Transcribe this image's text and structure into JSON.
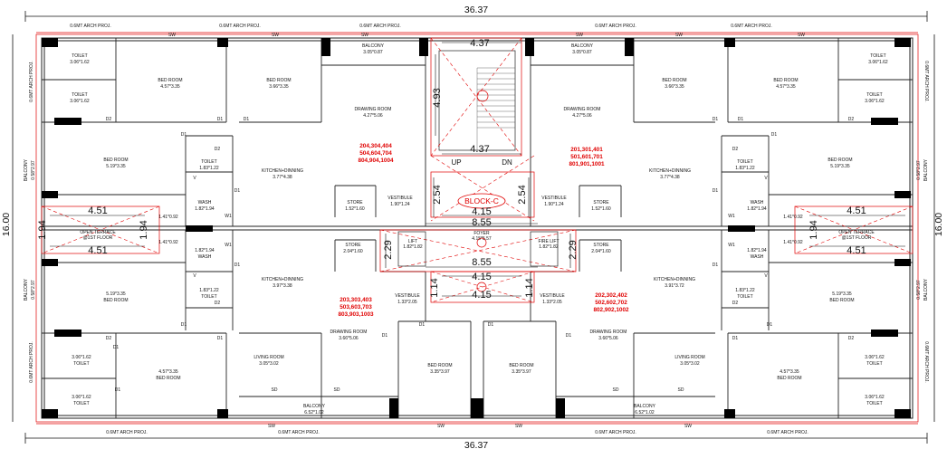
{
  "dims": {
    "width_total": "36.37",
    "height_total": "16.00",
    "stair_width": "4.37",
    "stair_depth": "4.93",
    "lift_lobby_w": "4.15",
    "lobby_w": "8.55",
    "lobby_depth": "2.29",
    "vest_depth": "2.54",
    "lift_small": "1.14",
    "terrace_w": "4.51",
    "terrace_h": "1.94"
  },
  "labels": {
    "arch_proj": "0.6MT ARCH PROJ.",
    "sw": "SW",
    "sd": "SD",
    "up": "UP",
    "dn": "DN",
    "block": "BLOCK-C",
    "foyer": "FOYER",
    "foyer_size": "4.15*5.57"
  },
  "rooms": {
    "balcony": "BALCONY",
    "balcony_top": "3.05*0.87",
    "balcony_bottom": "6.52*1.02",
    "toilet": "TOILET",
    "toilet_a": "3.06*1.62",
    "toilet_b": "1.83*1.22",
    "bed": "BED ROOM",
    "bed_a": "4.57*3.35",
    "bed_b": "3.66*3.35",
    "bed_c": "5.19*3.35",
    "bed_d": "3.35*3.97",
    "drawing": "DRAWING ROOM",
    "drawing_a": "4.27*5.06",
    "drawing_b": "3.66*5.06",
    "kitchen": "KITCHEN+DINNING",
    "kitchen_a": "3.77*4.38",
    "kitchen_b": "3.97*3.38",
    "kitchen_c": "3.91*3.72",
    "wash": "WASH",
    "wash_size": "1.82*1.94",
    "store": "STORE",
    "store_a": "1.52*1.60",
    "store_b": "2.04*1.60",
    "vestibule": "VESTIBULE",
    "vest_a": "1.90*1.24",
    "vest_b": "1.33*2.05",
    "lift": "LIFT",
    "fire_lift": "FIRE LIFT",
    "lift_size": "1.82*1.82",
    "living": "LIVING ROOM",
    "living_size": "3.05*3.02",
    "open_terrace": "OPEN TERRACE",
    "floor_1st": "@1ST FLOOR",
    "side_dim_a": "0.58*2.97",
    "side_dim_b": "1.41*0.92"
  },
  "units": {
    "tl": [
      "204,304,404",
      "504,604,704",
      "804,904,1004"
    ],
    "tr": [
      "201,301,401",
      "501,601,701",
      "801,901,1001"
    ],
    "bl": [
      "203,303,403",
      "503,603,703",
      "803,903,1003"
    ],
    "br": [
      "202,302,402",
      "502,602,702",
      "802,902,1002"
    ]
  },
  "doors": {
    "d1": "D1",
    "d2": "D2",
    "w1": "W1",
    "v": "V"
  },
  "colors": {
    "accent": "#e00000",
    "wall": "#222222"
  }
}
